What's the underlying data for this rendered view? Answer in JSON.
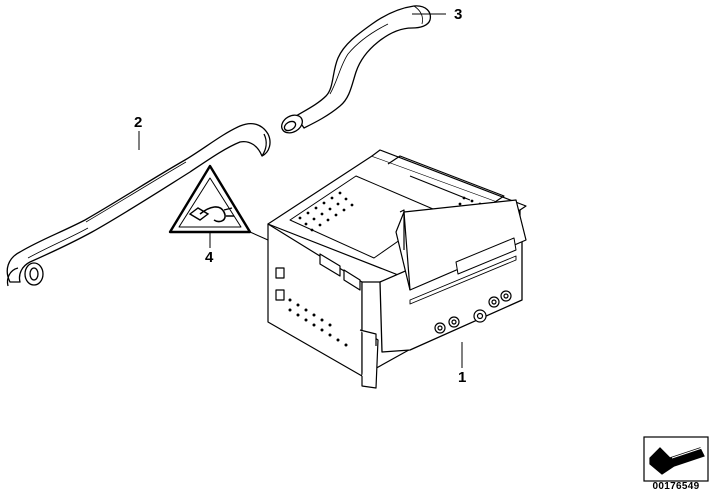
{
  "diagram": {
    "callouts": [
      {
        "id": "1",
        "label": "1"
      },
      {
        "id": "2",
        "label": "2"
      },
      {
        "id": "3",
        "label": "3"
      },
      {
        "id": "4",
        "label": "4"
      }
    ],
    "part_number": "00176549",
    "parts": [
      {
        "callout": "1",
        "icon": "radio-unit-icon"
      },
      {
        "callout": "2",
        "icon": "hose-icon"
      },
      {
        "callout": "3",
        "icon": "hose-icon"
      },
      {
        "callout": "4",
        "icon": "warning-triangle-icon"
      }
    ],
    "colors": {
      "line": "#000000",
      "background": "#ffffff"
    }
  }
}
